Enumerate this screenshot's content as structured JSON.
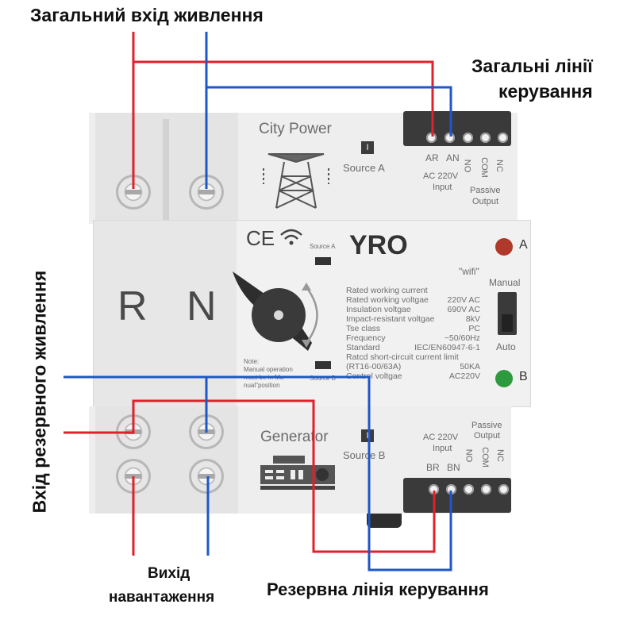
{
  "captions": {
    "main_power_input": "Загальний вхід живлення",
    "main_control_lines_1": "Загальні лінії",
    "main_control_lines_2": "керування",
    "backup_power_input": "Вхід резервного живлення",
    "load_output_1": "Вихід",
    "load_output_2": "навантаження",
    "backup_control_line": "Резервна лінія керування"
  },
  "device": {
    "top_module": {
      "name": "City Power",
      "source_label": "Source A",
      "switch_mark": "I"
    },
    "bottom_module": {
      "name": "Generator",
      "source_label": "Source B",
      "switch_mark": "I"
    },
    "center": {
      "ce_mark": "CE",
      "brand": "YRO",
      "wifi_label": "\"wifi\"",
      "source_a_small": "Source A",
      "source_b_small": "Source B",
      "terminal_r": "R",
      "terminal_n": "N",
      "note_line1": "Note:",
      "note_line2": "Manual operation",
      "note_line3": "must be in Ma-",
      "note_line4": "nual\"position",
      "indicator_a": "A",
      "indicator_b": "B",
      "manual": "Manual",
      "auto": "Auto",
      "specs": [
        {
          "label": "Rated working current",
          "value": ""
        },
        {
          "label": "Rated working voltgae",
          "value": "220V AC"
        },
        {
          "label": "Insulation voltgae",
          "value": "690V AC"
        },
        {
          "label": "Impact-resistant voltgae",
          "value": "8kV"
        },
        {
          "label": "Tse class",
          "value": "PC"
        },
        {
          "label": "Frequency",
          "value": "~50/60Hz"
        },
        {
          "label": "Standard",
          "value": "IEC/EN60947-6-1"
        },
        {
          "label": "Ratcd short-circuit current limit",
          "value": ""
        },
        {
          "label": "(RT16-00/63A)",
          "value": "50KA"
        },
        {
          "label": "Control voltgae",
          "value": "AC220V"
        }
      ]
    },
    "top_terminals": {
      "ar": "AR",
      "an": "AN",
      "no": "NO",
      "com": "COM",
      "nc": "NC",
      "input_line1": "AC 220V",
      "input_line2": "Input",
      "passive_line1": "Passive",
      "passive_line2": "Output"
    },
    "bottom_terminals": {
      "br": "BR",
      "bn": "BN",
      "no": "NO",
      "com": "COM",
      "nc": "NC",
      "input_line1": "AC 220V",
      "input_line2": "Input",
      "passive_line1": "Passive",
      "passive_line2": "Output"
    }
  },
  "colors": {
    "red_wire": "#e0212b",
    "blue_wire": "#1f56c9",
    "led_a": "#b0392b",
    "led_b": "#2d9a3e"
  }
}
